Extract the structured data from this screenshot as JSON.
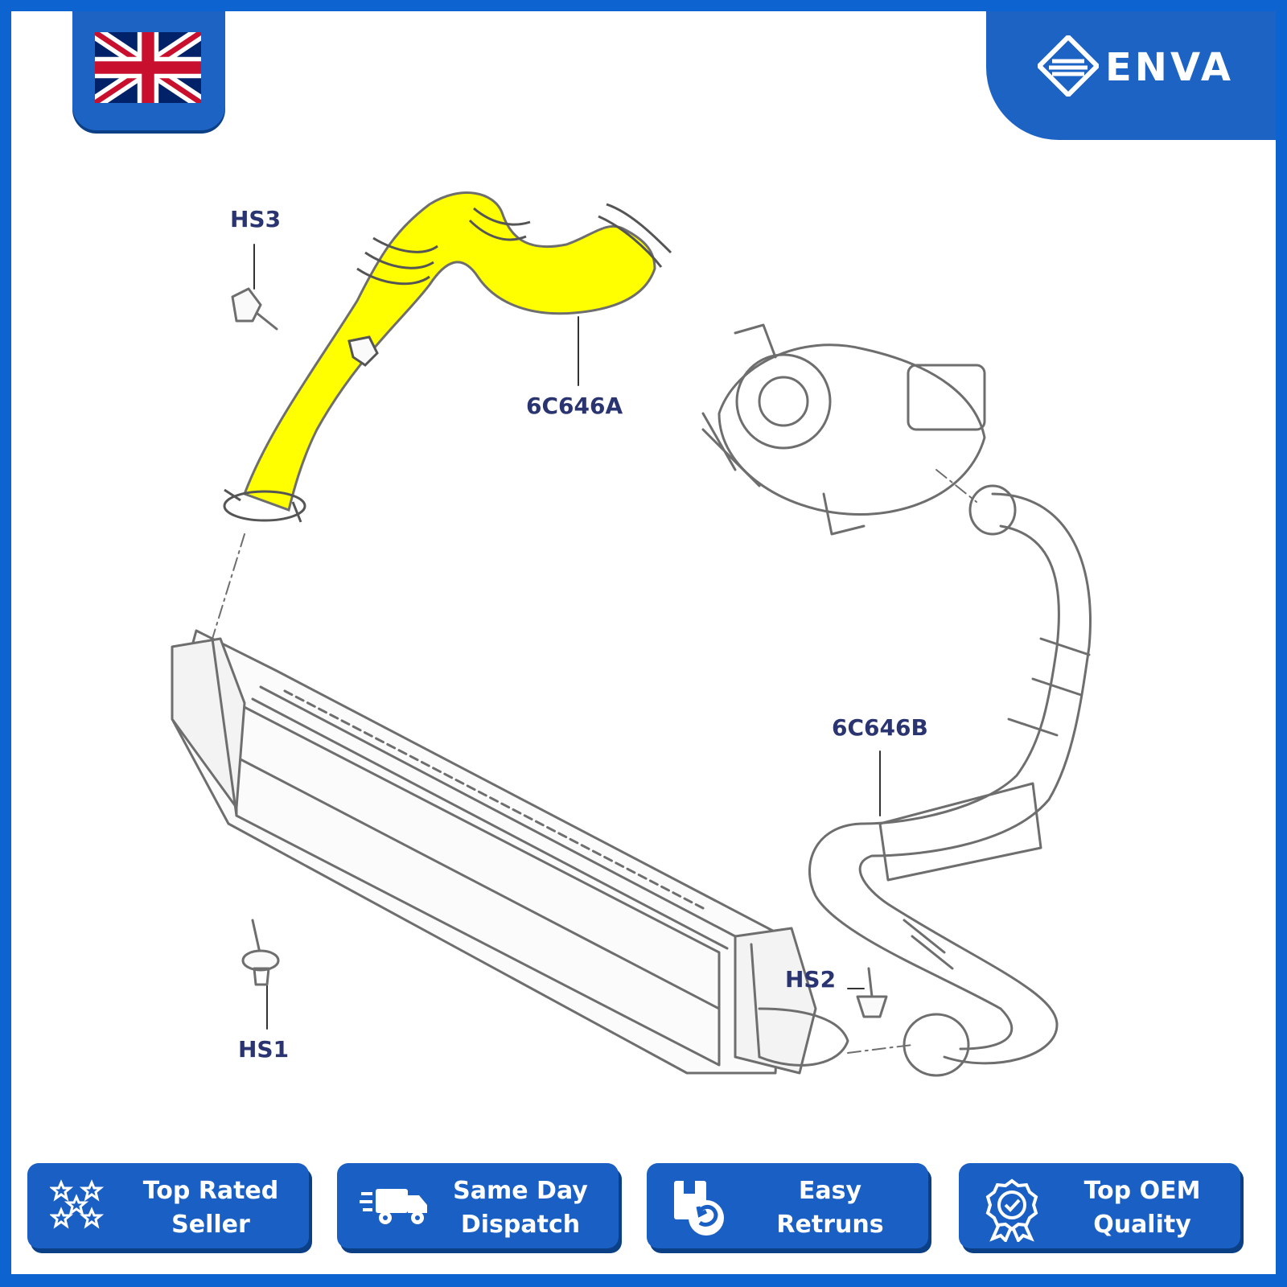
{
  "brand": {
    "name": "ENVA",
    "icon": "enva-diamond-logo-icon"
  },
  "flag": {
    "icon": "union-jack-flag-icon"
  },
  "diagram": {
    "callouts": {
      "hs3": "HS3",
      "part_a": "6C646A",
      "part_b": "6C646B",
      "hs2": "HS2",
      "hs1": "HS1"
    },
    "highlight_color": "#ffff00",
    "line_color": "#6e6e6e",
    "label_color": "#2a3470"
  },
  "badges": [
    {
      "icon": "stars-icon",
      "line1": "Top Rated",
      "line2": "Seller"
    },
    {
      "icon": "delivery-truck-icon",
      "line1": "Same Day",
      "line2": "Dispatch"
    },
    {
      "icon": "return-box-icon",
      "line1": "Easy",
      "line2": "Retruns"
    },
    {
      "icon": "quality-badge-icon",
      "line1": "Top OEM",
      "line2": "Quality"
    }
  ],
  "colors": {
    "frame": "#0d63cf",
    "badge": "#1a5fc4",
    "shadow": "#0b3f86"
  }
}
